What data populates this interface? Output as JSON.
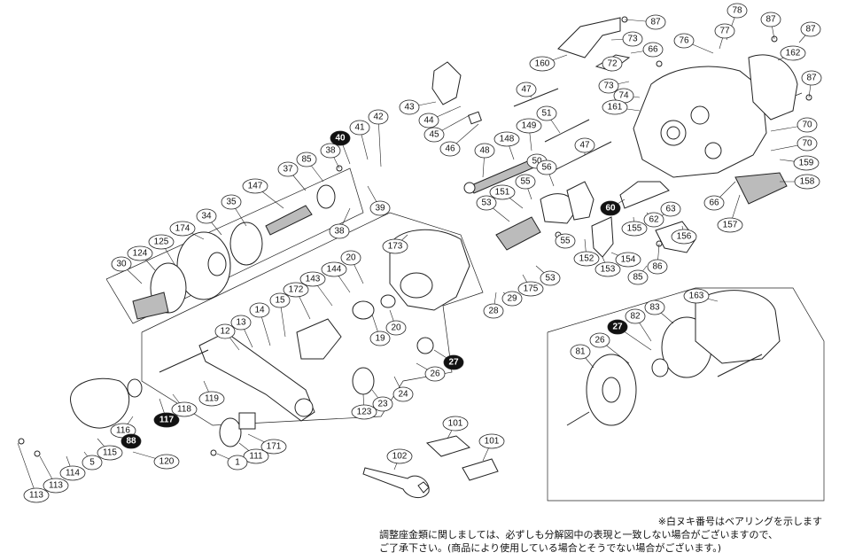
{
  "diagram": {
    "part_labels": [
      {
        "id": "87",
        "bearing": false
      },
      {
        "id": "78",
        "bearing": false
      },
      {
        "id": "77",
        "bearing": false
      },
      {
        "id": "87",
        "bearing": false
      },
      {
        "id": "73",
        "bearing": false
      },
      {
        "id": "76",
        "bearing": false
      },
      {
        "id": "66",
        "bearing": false
      },
      {
        "id": "87",
        "bearing": false
      },
      {
        "id": "160",
        "bearing": false
      },
      {
        "id": "72",
        "bearing": false
      },
      {
        "id": "162",
        "bearing": false
      },
      {
        "id": "73",
        "bearing": false
      },
      {
        "id": "87",
        "bearing": false
      },
      {
        "id": "43",
        "bearing": false
      },
      {
        "id": "47",
        "bearing": false
      },
      {
        "id": "74",
        "bearing": false
      },
      {
        "id": "161",
        "bearing": false
      },
      {
        "id": "42",
        "bearing": false
      },
      {
        "id": "44",
        "bearing": false
      },
      {
        "id": "51",
        "bearing": false
      },
      {
        "id": "70",
        "bearing": false
      },
      {
        "id": "41",
        "bearing": false
      },
      {
        "id": "40",
        "bearing": true
      },
      {
        "id": "45",
        "bearing": false
      },
      {
        "id": "149",
        "bearing": false
      },
      {
        "id": "148",
        "bearing": false
      },
      {
        "id": "70",
        "bearing": false
      },
      {
        "id": "46",
        "bearing": false
      },
      {
        "id": "47",
        "bearing": false
      },
      {
        "id": "38",
        "bearing": false
      },
      {
        "id": "48",
        "bearing": false
      },
      {
        "id": "159",
        "bearing": false
      },
      {
        "id": "85",
        "bearing": false
      },
      {
        "id": "50",
        "bearing": false
      },
      {
        "id": "37",
        "bearing": false
      },
      {
        "id": "56",
        "bearing": false
      },
      {
        "id": "158",
        "bearing": false
      },
      {
        "id": "147",
        "bearing": false
      },
      {
        "id": "55",
        "bearing": false
      },
      {
        "id": "39",
        "bearing": false
      },
      {
        "id": "151",
        "bearing": false
      },
      {
        "id": "66",
        "bearing": false
      },
      {
        "id": "35",
        "bearing": false
      },
      {
        "id": "53",
        "bearing": false
      },
      {
        "id": "60",
        "bearing": true
      },
      {
        "id": "63",
        "bearing": false
      },
      {
        "id": "34",
        "bearing": false
      },
      {
        "id": "38",
        "bearing": false
      },
      {
        "id": "62",
        "bearing": false
      },
      {
        "id": "157",
        "bearing": false
      },
      {
        "id": "174",
        "bearing": false
      },
      {
        "id": "173",
        "bearing": false
      },
      {
        "id": "155",
        "bearing": false
      },
      {
        "id": "156",
        "bearing": false
      },
      {
        "id": "125",
        "bearing": false
      },
      {
        "id": "55",
        "bearing": false
      },
      {
        "id": "154",
        "bearing": false
      },
      {
        "id": "124",
        "bearing": false
      },
      {
        "id": "20",
        "bearing": false
      },
      {
        "id": "152",
        "bearing": false
      },
      {
        "id": "86",
        "bearing": false
      },
      {
        "id": "30",
        "bearing": false
      },
      {
        "id": "144",
        "bearing": false
      },
      {
        "id": "153",
        "bearing": false
      },
      {
        "id": "143",
        "bearing": false
      },
      {
        "id": "172",
        "bearing": false
      },
      {
        "id": "175",
        "bearing": false
      },
      {
        "id": "53",
        "bearing": false
      },
      {
        "id": "85",
        "bearing": false
      },
      {
        "id": "163",
        "bearing": false
      },
      {
        "id": "15",
        "bearing": false
      },
      {
        "id": "28",
        "bearing": false
      },
      {
        "id": "29",
        "bearing": false
      },
      {
        "id": "83",
        "bearing": false
      },
      {
        "id": "14",
        "bearing": false
      },
      {
        "id": "19",
        "bearing": false
      },
      {
        "id": "20",
        "bearing": false
      },
      {
        "id": "82",
        "bearing": false
      },
      {
        "id": "13",
        "bearing": false
      },
      {
        "id": "27",
        "bearing": true
      },
      {
        "id": "12",
        "bearing": false
      },
      {
        "id": "26",
        "bearing": false
      },
      {
        "id": "81",
        "bearing": false
      },
      {
        "id": "27",
        "bearing": true
      },
      {
        "id": "26",
        "bearing": false
      },
      {
        "id": "24",
        "bearing": false
      },
      {
        "id": "119",
        "bearing": false
      },
      {
        "id": "123",
        "bearing": false
      },
      {
        "id": "23",
        "bearing": false
      },
      {
        "id": "117",
        "bearing": true
      },
      {
        "id": "118",
        "bearing": false
      },
      {
        "id": "101",
        "bearing": false
      },
      {
        "id": "116",
        "bearing": false
      },
      {
        "id": "171",
        "bearing": false
      },
      {
        "id": "88",
        "bearing": true
      },
      {
        "id": "101",
        "bearing": false
      },
      {
        "id": "111",
        "bearing": false
      },
      {
        "id": "115",
        "bearing": false
      },
      {
        "id": "120",
        "bearing": false
      },
      {
        "id": "102",
        "bearing": false
      },
      {
        "id": "1",
        "bearing": false
      },
      {
        "id": "114",
        "bearing": false
      },
      {
        "id": "5",
        "bearing": false
      },
      {
        "id": "113",
        "bearing": false
      },
      {
        "id": "113",
        "bearing": false
      }
    ]
  },
  "notes": {
    "bearing_note": "※白ヌキ番号はベアリングを示します",
    "disclaimer_line1": "調整座金類に関しましては、必ずしも分解図中の表現と一致しない場合がございますので、",
    "disclaimer_line2": "ご了承下さい。(商品により使用している場合とそうでない場合がございます。)"
  },
  "colors": {
    "line": "#222222",
    "bearing_fill": "#111111",
    "label_fill": "#ffffff",
    "part_shade": "#bbbbbb"
  }
}
